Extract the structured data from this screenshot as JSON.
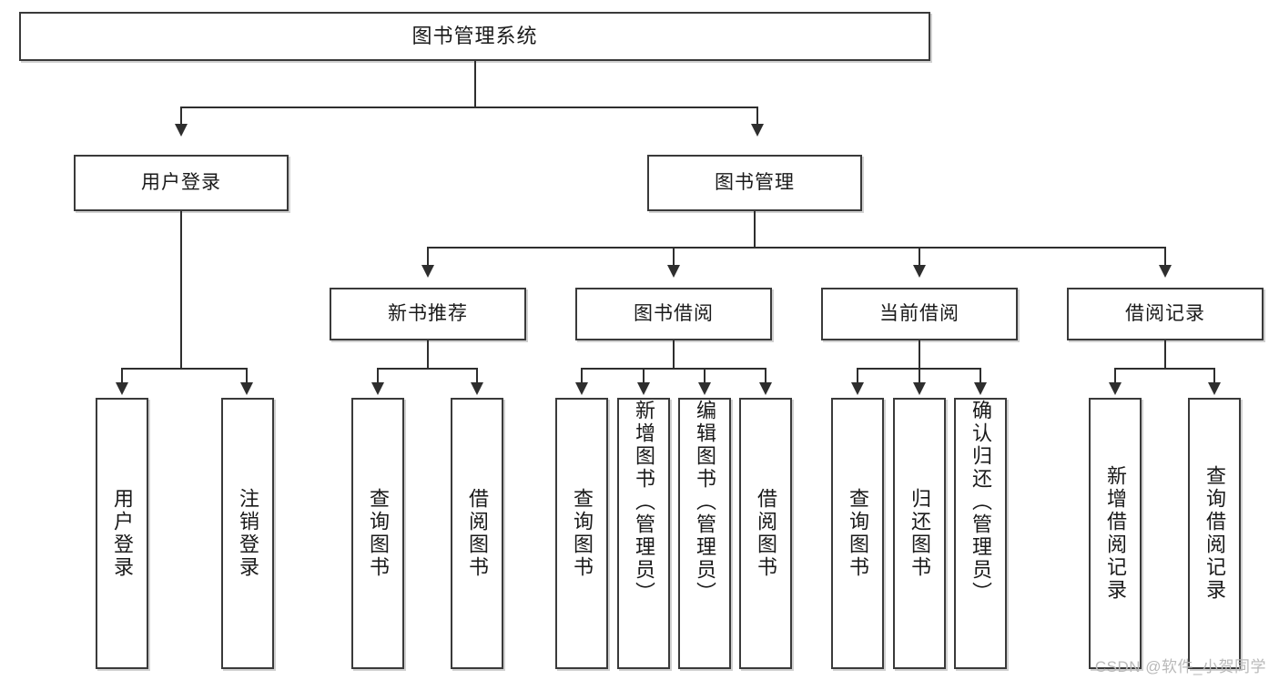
{
  "diagram": {
    "title": "图书管理系统",
    "root": {
      "label": "图书管理系统"
    },
    "level2": [
      {
        "label": "用户登录"
      },
      {
        "label": "图书管理"
      }
    ],
    "level3": [
      {
        "label": "新书推荐"
      },
      {
        "label": "图书借阅"
      },
      {
        "label": "当前借阅"
      },
      {
        "label": "借阅记录"
      }
    ],
    "leaves": {
      "user_login": [
        {
          "label": "用户登录"
        },
        {
          "label": "注销登录"
        }
      ],
      "new_book_recommend": [
        {
          "label": "查询图书"
        },
        {
          "label": "借阅图书"
        }
      ],
      "book_borrow": [
        {
          "label": "查询图书"
        },
        {
          "label": "新增图书（管理员）"
        },
        {
          "label": "编辑图书（管理员）"
        },
        {
          "label": "借阅图书"
        }
      ],
      "current_borrow": [
        {
          "label": "查询图书"
        },
        {
          "label": "归还图书"
        },
        {
          "label": "确认归还（管理员）"
        }
      ],
      "borrow_record": [
        {
          "label": "新增借阅记录"
        },
        {
          "label": "查询借阅记录"
        }
      ]
    }
  },
  "watermark": {
    "text": "CSDN @软件_小贺同学"
  },
  "colors": {
    "box_border": "#3a3a3a",
    "line": "#2e2e2e",
    "background": "#ffffff",
    "text": "#1a1a1a",
    "watermark": "#b9b9b9"
  }
}
